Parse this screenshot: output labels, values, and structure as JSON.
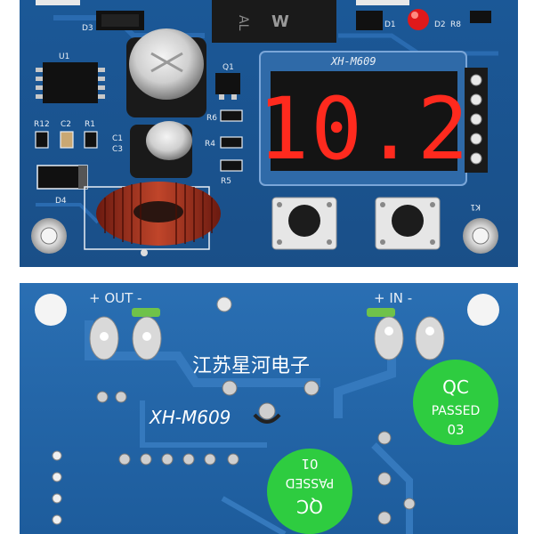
{
  "top_board": {
    "display_reading": "10.2",
    "model_label": "XH-M609",
    "relay_text": "AL",
    "silkscreen": [
      "D3",
      "U1",
      "Q1",
      "R12",
      "C2",
      "R1",
      "C1",
      "C3",
      "R6",
      "R4",
      "R5",
      "D4",
      "D1",
      "D2",
      "R8",
      "K1"
    ]
  },
  "bottom_board": {
    "out_label": "+ OUT -",
    "in_label": "+ IN -",
    "chinese_text": "江苏星河电子",
    "model_label": "XH-M609",
    "qc_stickers": [
      {
        "line1": "QC",
        "line2": "PASSED",
        "line3": "03"
      },
      {
        "line1": "QC",
        "line2": "PASSED",
        "line3": "01"
      }
    ]
  },
  "colors": {
    "pcb_blue": "#1f5fa0",
    "display_red": "#ff2a1e",
    "sticker_green": "#2ecc40"
  }
}
